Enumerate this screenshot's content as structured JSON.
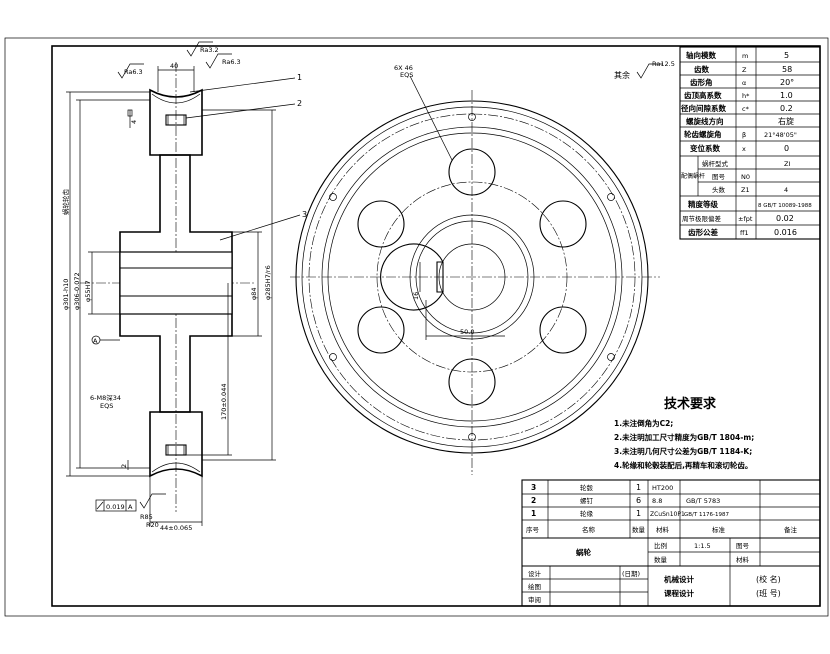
{
  "section_labels": {
    "width_40": "40",
    "rough_top1": "Ra3.2",
    "rough_top2": "Ra6.3",
    "rough_left": "Ra6.3",
    "callout_1": "1",
    "callout_2": "2",
    "callout_3": "3",
    "dim_outer": "φ301-h10",
    "dim_rim": "φ306-0.072",
    "dim_bore": "φ55H7",
    "dim_hub": "φ84",
    "dim_pcd": "φ285H7/r6",
    "dim_radial": "170±0.044",
    "holes_left": "6-M8深34",
    "holes_left_sub": "EQS",
    "rough_bottom": "R85",
    "r20": "R20",
    "dim_bottom": "44±0.065",
    "tolerance_val": "0.019",
    "tolerance_ref": "A",
    "side_label": "蜗轮轮齿",
    "datum_a": "A",
    "small_2": "2",
    "small_4": "4"
  },
  "front_labels": {
    "holes": "6X 46",
    "holes_sub": "EQS",
    "keyway_width": "50.0",
    "keyway_depth": "16",
    "rest_rough": "其余",
    "rest_rough_val": "Ra12.5"
  },
  "params_table": [
    {
      "name": "轴向模数",
      "sym": "m",
      "val": "5"
    },
    {
      "name": "齿数",
      "sym": "Z",
      "val": "58"
    },
    {
      "name": "齿形角",
      "sym": "α",
      "val": "20°"
    },
    {
      "name": "齿顶高系数",
      "sym": "h*",
      "val": "1.0"
    },
    {
      "name": "径向间隙系数",
      "sym": "c*",
      "val": "0.2"
    },
    {
      "name": "螺旋线方向",
      "sym": "",
      "val": "右旋"
    },
    {
      "name": "轮齿螺旋角",
      "sym": "β",
      "val": "21°48'05\""
    },
    {
      "name": "变位系数",
      "sym": "x",
      "val": "0"
    }
  ],
  "mating_worm": {
    "group": "配偶蜗杆",
    "type_label": "蜗杆型式",
    "type_val": "ZI",
    "drawing_label": "图号",
    "drawing_sym": "N0",
    "starts_label": "头数",
    "starts_sym": "Z1",
    "starts_val": "4"
  },
  "accuracy": {
    "label": "精度等级",
    "val": "8 GB/T 10089-1988"
  },
  "tolerances": [
    {
      "name": "周节极限偏差",
      "sym": "±fpt",
      "val": "0.02"
    },
    {
      "name": "齿形公差",
      "sym": "ff1",
      "val": "0.016"
    }
  ],
  "tech": {
    "title": "技术要求",
    "items": [
      "1.未注倒角为C2;",
      "2.未注明加工尺寸精度为GB/T 1804-m;",
      "3.未注明几何尺寸公差为GB/T 1184-K;",
      "4.轮缘和轮毂装配后,再精车和滚切轮齿。"
    ]
  },
  "bom": [
    {
      "no": "3",
      "name": "轮毂",
      "qty": "1",
      "material": "HT200",
      "std": "",
      "note": ""
    },
    {
      "no": "2",
      "name": "螺钉",
      "qty": "6",
      "material": "8.8",
      "std": "GB/T 5783",
      "note": ""
    },
    {
      "no": "1",
      "name": "轮缘",
      "qty": "1",
      "material": "ZCuSn10P1",
      "std": "GB/T 1176-1987",
      "note": ""
    }
  ],
  "bom_header": {
    "no": "序号",
    "name": "名称",
    "qty": "数量",
    "material": "材料",
    "std": "标准",
    "note": "备注"
  },
  "title_block": {
    "part_name": "蜗轮",
    "scale_label": "比例",
    "scale_val": "1:1.5",
    "drawing_no_label": "图号",
    "qty_label": "数量",
    "material_label": "材料",
    "designer_label": "设计",
    "date_label": "(日期)",
    "drawer_label": "绘图",
    "checker_label": "审阅",
    "course_line1": "机械设计",
    "course_line2": "课程设计",
    "school": "(校  名)",
    "class_no": "(班  号)"
  }
}
